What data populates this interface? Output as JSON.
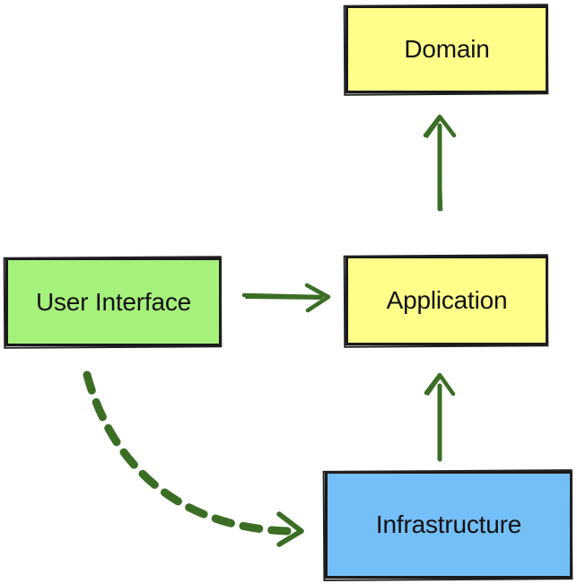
{
  "diagram": {
    "nodes": {
      "domain": {
        "label": "Domain",
        "color": "#ffff8a"
      },
      "application": {
        "label": "Application",
        "color": "#ffff8a"
      },
      "user_interface": {
        "label": "User Interface",
        "color": "#a6f07c"
      },
      "infrastructure": {
        "label": "Infrastructure",
        "color": "#74bff7"
      }
    },
    "edges": [
      {
        "from": "application",
        "to": "domain",
        "style": "solid"
      },
      {
        "from": "user_interface",
        "to": "application",
        "style": "solid"
      },
      {
        "from": "infrastructure",
        "to": "application",
        "style": "solid"
      },
      {
        "from": "user_interface",
        "to": "infrastructure",
        "style": "dashed"
      }
    ],
    "arrow_color": "#3b6e24",
    "outline_color": "#1a1a1a"
  }
}
